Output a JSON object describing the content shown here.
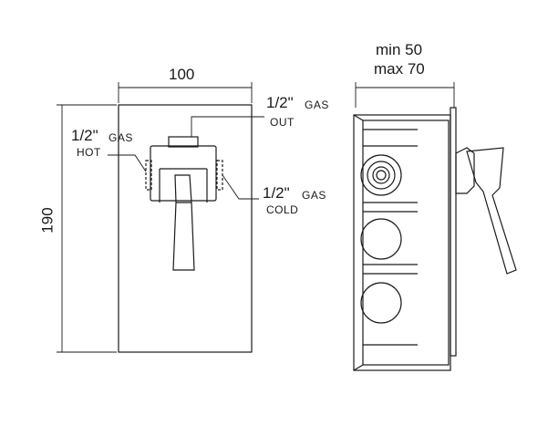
{
  "front_view": {
    "width_dim": "100",
    "height_dim": "190",
    "label_out": {
      "size": "1/2\"",
      "gas": "GAS",
      "name": "OUT"
    },
    "label_hot": {
      "size": "1/2\"",
      "gas": "GAS",
      "name": "HOT"
    },
    "label_cold": {
      "size": "1/2\"",
      "gas": "GAS",
      "name": "COLD"
    }
  },
  "side_view": {
    "depth_min": "min 50",
    "depth_max": "max 70"
  },
  "colors": {
    "line": "#1a1a1a",
    "background": "#ffffff"
  }
}
